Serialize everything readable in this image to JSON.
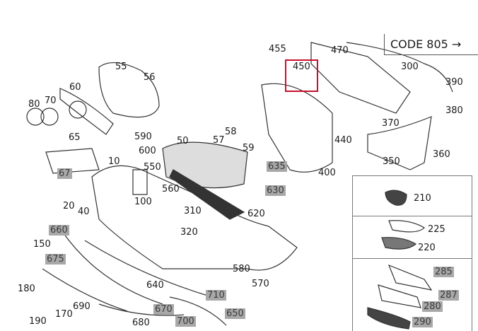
{
  "code_box": {
    "label": "CODE 805",
    "arrow": "→"
  },
  "highlight_color": "#c8102e",
  "labels": {
    "p455": "455",
    "p450": "450",
    "p470": "470",
    "p300": "300",
    "p390": "390",
    "p380": "380",
    "p370": "370",
    "p440": "440",
    "p400": "400",
    "p360": "360",
    "p350": "350",
    "p55": "55",
    "p56": "56",
    "p60": "60",
    "p70": "70",
    "p80": "80",
    "p65": "65",
    "p590": "590",
    "p600": "600",
    "p67": "67",
    "p10": "10",
    "p50": "50",
    "p58": "58",
    "p57": "57",
    "p59": "59",
    "p635": "635",
    "p630": "630",
    "p550": "550",
    "p560": "560",
    "p100": "100",
    "p20": "20",
    "p40": "40",
    "p310": "310",
    "p320": "320",
    "p620": "620",
    "p660": "660",
    "p150": "150",
    "p675": "675",
    "p180": "180",
    "p170": "170",
    "p190": "190",
    "p690": "690",
    "p640": "640",
    "p580": "580",
    "p570": "570",
    "p710": "710",
    "p670": "670",
    "p650": "650",
    "p680": "680",
    "p700": "700",
    "p210": "210",
    "p225": "225",
    "p220": "220",
    "p285": "285",
    "p287": "287",
    "p280": "280",
    "p290": "290"
  }
}
